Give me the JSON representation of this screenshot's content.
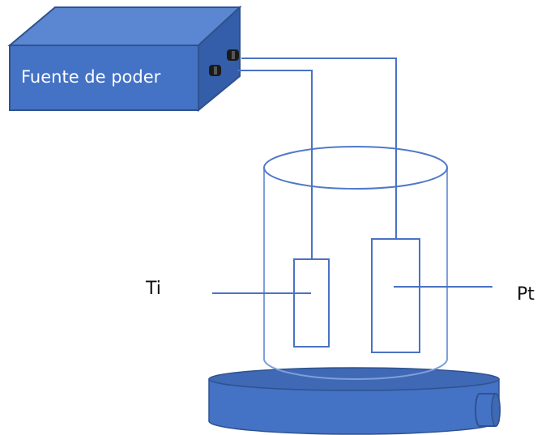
{
  "power_supply": {
    "label": "Fuente de poder"
  },
  "electrodes": {
    "ti_label": "Ti",
    "pt_label": "Pt"
  },
  "colors": {
    "box_front": "#4472c4",
    "box_top": "#5b86d1",
    "box_side": "#345ea9",
    "box_edge": "#2f528f",
    "line": "#4a72c4",
    "base_fill": "#4472c4",
    "base_top": "#3f69b5",
    "terminal": "#1a1a1a",
    "label": "#111111",
    "box_text": "#ffffff"
  }
}
